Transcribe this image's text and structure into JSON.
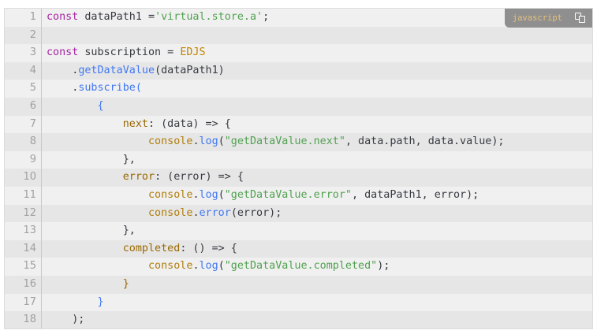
{
  "badge": {
    "language": "javascript",
    "copy_icon": "copy-icon"
  },
  "colors": {
    "keyword": "#a626a4",
    "string": "#50a14f",
    "class": "#c18401",
    "function": "#4078f2",
    "property": "#986801"
  },
  "lines": [
    [
      [
        "kw",
        "const"
      ],
      [
        "pl",
        " dataPath1 ="
      ],
      [
        "str",
        "'virtual.store.a'"
      ],
      [
        "pl",
        ";"
      ]
    ],
    [],
    [
      [
        "kw",
        "const"
      ],
      [
        "pl",
        " subscription = "
      ],
      [
        "cls",
        "EDJS"
      ]
    ],
    [
      [
        "pl",
        "    ."
      ],
      [
        "fn",
        "getDataValue"
      ],
      [
        "pl",
        "(dataPath1)"
      ]
    ],
    [
      [
        "pl",
        "    ."
      ],
      [
        "fn",
        "subscribe("
      ]
    ],
    [
      [
        "fn",
        "        {"
      ]
    ],
    [
      [
        "prop",
        "            next"
      ],
      [
        "pl",
        ": (data) => {"
      ]
    ],
    [
      [
        "obj",
        "                console"
      ],
      [
        "pl",
        "."
      ],
      [
        "fn",
        "log"
      ],
      [
        "pl",
        "("
      ],
      [
        "str",
        "\"getDataValue.next\""
      ],
      [
        "pl",
        ", data.path, data.value);"
      ]
    ],
    [
      [
        "pl",
        "            },"
      ]
    ],
    [
      [
        "prop",
        "            error"
      ],
      [
        "pl",
        ": (error) => {"
      ]
    ],
    [
      [
        "obj",
        "                console"
      ],
      [
        "pl",
        "."
      ],
      [
        "fn",
        "log"
      ],
      [
        "pl",
        "("
      ],
      [
        "str",
        "\"getDataValue.error\""
      ],
      [
        "pl",
        ", dataPath1, error);"
      ]
    ],
    [
      [
        "obj",
        "                console"
      ],
      [
        "pl",
        "."
      ],
      [
        "fn",
        "error"
      ],
      [
        "pl",
        "(error);"
      ]
    ],
    [
      [
        "pl",
        "            },"
      ]
    ],
    [
      [
        "prop",
        "            completed"
      ],
      [
        "pl",
        ": () => {"
      ]
    ],
    [
      [
        "obj",
        "                console"
      ],
      [
        "pl",
        "."
      ],
      [
        "fn",
        "log"
      ],
      [
        "pl",
        "("
      ],
      [
        "str",
        "\"getDataValue.completed\""
      ],
      [
        "pl",
        ");"
      ]
    ],
    [
      [
        "prop",
        "            }"
      ]
    ],
    [
      [
        "fn",
        "        }"
      ]
    ],
    [
      [
        "pl",
        "    );"
      ]
    ]
  ]
}
